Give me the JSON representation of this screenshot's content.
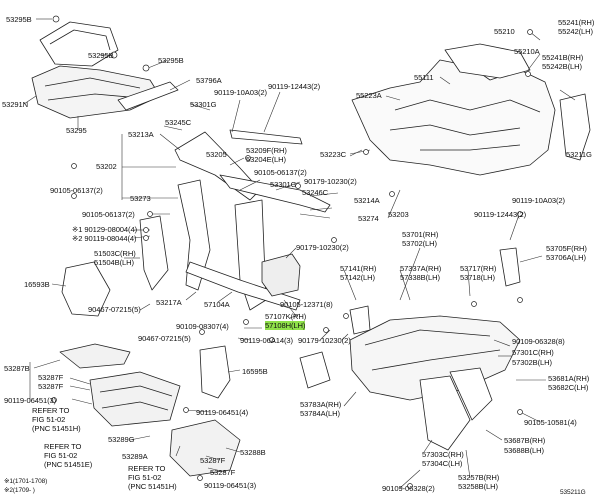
{
  "labels": {
    "p53295b_top": "53295B",
    "p53295b_mid": "53295B",
    "p53295b_r": "53295B",
    "p53291n": "53291N",
    "p53295": "53295",
    "p53796a": "53796A",
    "p90119_10a03_a": "90119-10A03(2)",
    "p90119_12443_a": "90119-12443(2)",
    "p53301g_a": "53301G",
    "p53245c": "53245C",
    "p53213a": "53213A",
    "p53209f": "53209F(RH)",
    "p53204e": "53204E(LH)",
    "p53205": "53205",
    "p53202": "53202",
    "p90105_06137_a": "90105-06137(2)",
    "p53301g_b": "53301G",
    "p90105_06137_b": "90105-06137(2)",
    "p53273": "53273",
    "p90179_10230_a": "90179-10230(2)",
    "p53246c": "53246C",
    "p53214a": "53214A",
    "p90105_06137_c": "90105-06137(2)",
    "p53274": "53274",
    "p53203": "53203",
    "p90129_08004": "※1 90129-08004(4)",
    "p90119_08044": "※2 90119-08044(4)",
    "p51503c": "51503C(RH)",
    "p51504b": "51504B(LH)",
    "p16593b": "16593B",
    "p90467_07215_a": "90467-07215(5)",
    "p53217a": "53217A",
    "p57104a": "57104A",
    "p90179_10230_b": "90179-10230(2)",
    "p57107k": "57107K(RH)",
    "p57108h": "57108H(LH)",
    "p90105_12371": "90105-12371(8)",
    "p90109_08307": "90109-08307(4)",
    "p90467_07215_b": "90467-07215(5)",
    "p90119_06a14": "90119-06A14(3)",
    "p90179_10230_c": "90179-10230(2)",
    "p55210": "55210",
    "p55210a": "55210A",
    "p55241": "55241(RH)",
    "p55242": "55242(LH)",
    "p55241b": "55241B(RH)",
    "p55242b": "55242B(LH)",
    "p55111": "55111",
    "p55223a": "55223A",
    "p53223c": "53223C",
    "p53211g": "53211G",
    "p53701": "53701(RH)",
    "p53702": "53702(LH)",
    "p90119_10a03_b": "90119-10A03(2)",
    "p90119_12443_b": "90119-12443(2)",
    "p53705f": "53705F(RH)",
    "p53706a": "53706A(LH)",
    "p57141": "57141(RH)",
    "p57142": "57142(LH)",
    "p57337a": "57337A(RH)",
    "p57338b": "57338B(LH)",
    "p53717": "53717(RH)",
    "p53718": "53718(LH)",
    "p90109_06328": "90109-06328(8)",
    "p57301c": "57301C(RH)",
    "p57302b": "57302B(LH)",
    "p53681a": "53681A(RH)",
    "p53682c": "53682C(LH)",
    "p90105_10581": "90105-10581(4)",
    "p53687b": "53687B(RH)",
    "p53688b": "53688B(LH)",
    "p53783a": "53783A(RH)",
    "p53784a": "53784A(LH)",
    "p57303c": "57303C(RH)",
    "p57304c": "57304C(LH)",
    "p53257b": "53257B(RH)",
    "p53258b": "53258B(LH)",
    "p90109_06328_b": "90109-06328(2)",
    "p53287b": "53287B",
    "p53287f_a": "53287F",
    "p53287f_b": "53287F",
    "p90119_06451_a": "90119-06451(3)",
    "ref1_a": "REFER TO",
    "ref1_b": "FIG 51-02",
    "ref1_c": "(PNC 51451H)",
    "p16595b": "16595B",
    "p90119_06451_b": "90119-06451(4)",
    "p53289g": "53289G",
    "ref2_a": "REFER TO",
    "ref2_b": "FIG 51-02",
    "ref2_c": "(PNC 51451E)",
    "p53289a": "53289A",
    "ref3_a": "REFER TO",
    "ref3_b": "FIG 51-02",
    "ref3_c": "(PNC 51451H)",
    "p53287f_c": "53287F",
    "p53288b": "53288B",
    "p53287f_d": "53287F",
    "p90119_06451_c": "90119-06451(3)",
    "note1": "※1(1701-1708)",
    "note2": "※2(1709-      )",
    "fig_code": "535211G"
  }
}
